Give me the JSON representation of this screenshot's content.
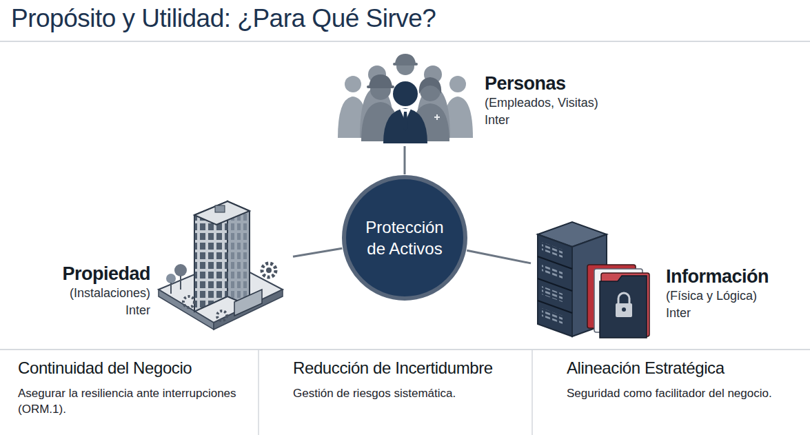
{
  "diagram": {
    "title": "Propósito y Utilidad: ¿Para Qué Sirve?",
    "nodes": [
      {
        "text": [
          "Personas",
          "(Empleados, Visitas)",
          "Inter"
        ]
      },
      {
        "text": [
          "Propiedad",
          "(Instalaciones)",
          "Inter"
        ]
      },
      {
        "text": [
          "Protección de Activos"
        ]
      },
      {
        "text": [
          "Información",
          "(Física y Lógica)",
          "Inter"
        ]
      },
      {
        "text": [
          "Continuidad del Negocio",
          "Asegurar la resiliencia ante interrupciones (ORM.1)."
        ]
      },
      {
        "text": [
          "Reducción de Incertidumbre",
          "Gestión de riesgos sistemática."
        ]
      },
      {
        "text": [
          "Alineación Estratégica",
          "Seguridad como facilitador del negocio."
        ]
      }
    ],
    "edges": [
      {
        "from": 2,
        "to": 0,
        "arrow": "none"
      },
      {
        "from": 2,
        "to": 1,
        "arrow": "none"
      },
      {
        "from": 2,
        "to": 3,
        "arrow": "none"
      }
    ]
  }
}
